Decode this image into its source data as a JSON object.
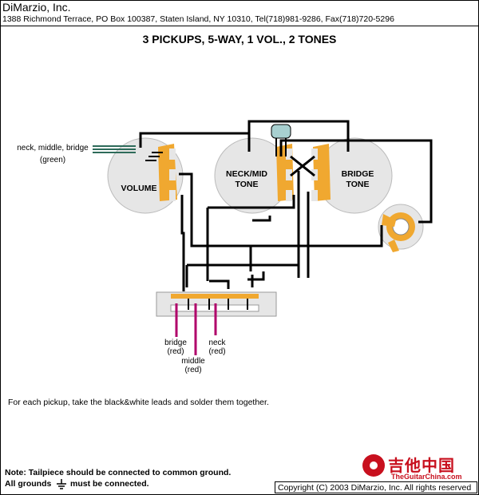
{
  "header": {
    "company": "DiMarzio, Inc.",
    "address": "1388 Richmond Terrace, PO Box 100387, Staten Island, NY 10310, Tel(718)981-9286, Fax(718)720-5296"
  },
  "title": "3 PICKUPS, 5-WAY, 1 VOL., 2 TONES",
  "pots": {
    "volume": "VOLUME",
    "neck_mid_tone_line1": "NECK/MID",
    "neck_mid_tone_line2": "TONE",
    "bridge_tone_line1": "BRIDGE",
    "bridge_tone_line2": "TONE"
  },
  "labels": {
    "ground_leads_line1": "neck, middle, bridge",
    "ground_leads_line2": "(green)",
    "bridge_line1": "bridge",
    "bridge_line2": "(red)",
    "middle_line1": "middle",
    "middle_line2": "(red)",
    "neck_line1": "neck",
    "neck_line2": "(red)"
  },
  "notes": {
    "black_white": "For each pickup, take the black&white leads and solder them together.",
    "tailpiece": "Note: Tailpiece should be connected to common ground.",
    "grounds_prefix": "All grounds",
    "grounds_suffix": "must be connected."
  },
  "copyright": "Copyright (C) 2003 DiMarzio, Inc. All rights reserved",
  "watermark": {
    "main": "吉他中国",
    "sub": "TheGuitarChina.com"
  },
  "colors": {
    "pot_body": "#e6e6e6",
    "lug": "#f0a830",
    "pickup_lead": "#b0006a",
    "ground_lead": "#2e6b5a",
    "capacitor": "#a8d0d0",
    "wire": "#000000"
  }
}
